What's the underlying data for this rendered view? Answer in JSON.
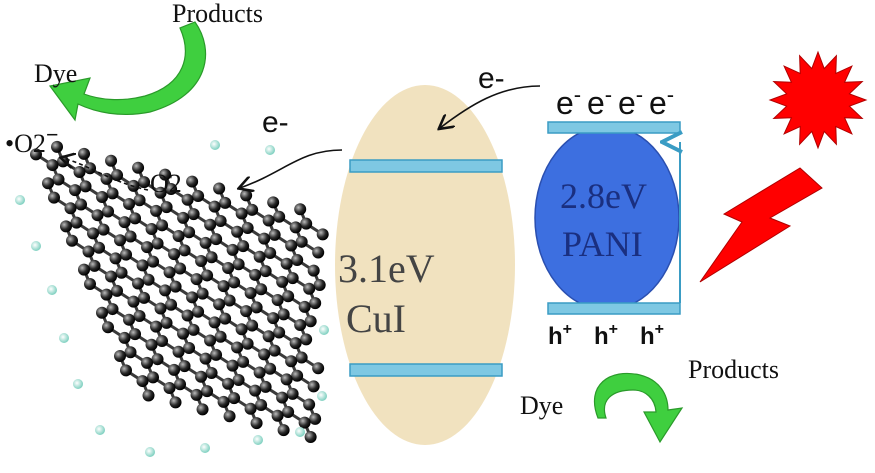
{
  "labels": {
    "products_top": "Products",
    "dye_top": "Dye",
    "superoxide": "•O2",
    "superoxide_charge": "−",
    "oxygen": "O2",
    "electron_left": "e-",
    "electron_middle": "e-",
    "electrons_pani": "e",
    "cui_gap": "3.1eV",
    "cui_name": "CuI",
    "pani_gap": "2.8eV",
    "pani_name": "PANI",
    "holes": "h",
    "products_bottom": "Products",
    "dye_bottom": "Dye"
  },
  "colors": {
    "cui_body": "#f0dfb8",
    "band_bar": "#7ec8e3",
    "band_edge": "#3a9cc4",
    "pani_body": "#3d6fe0",
    "pani_text": "#1a2f80",
    "green_arrow": "#3fcf3f",
    "sun": "#ff0000",
    "lightning": "#ff0000",
    "graphene_bond": "#333333",
    "graphene_atom": "#2a2a2a"
  },
  "icons": {
    "sun": "sun-burst-icon",
    "light": "lightning-bolt-icon",
    "recycle_top": "curved-arrow-icon",
    "recycle_bottom": "curved-arrow-icon"
  }
}
